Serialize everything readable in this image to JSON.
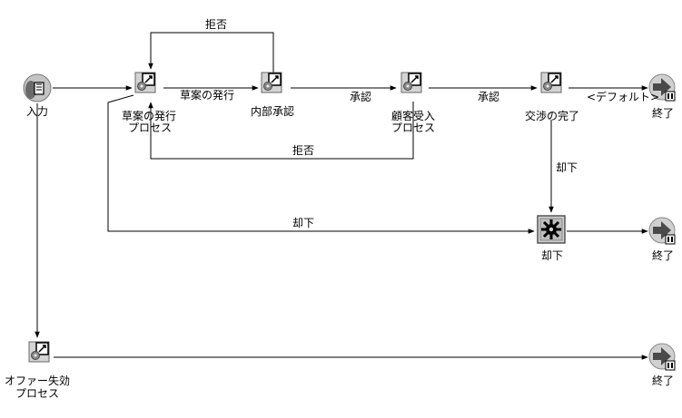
{
  "nodes": {
    "start": {
      "label": "入力",
      "icon": "input-person-icon"
    },
    "draft_process": {
      "label_line1": "草案の発行",
      "label_line2": "プロセス",
      "icon": "activity-gear-icon"
    },
    "internal_approval": {
      "label": "内部承認",
      "icon": "activity-gear-icon"
    },
    "customer_accept": {
      "label_line1": "顧客受入",
      "label_line2": "プロセス",
      "icon": "activity-gear-icon"
    },
    "negotiation_complete": {
      "label": "交渉の完了",
      "icon": "activity-gear-icon"
    },
    "reject_node": {
      "label": "却下",
      "icon": "automatic-gear-icon"
    },
    "offer_expire": {
      "label_line1": "オファー失効",
      "label_line2": "プロセス",
      "icon": "activity-gear-icon"
    },
    "end1": {
      "label": "終了",
      "icon": "end-arrow-icon"
    },
    "end2": {
      "label": "終了",
      "icon": "end-arrow-icon"
    },
    "end3": {
      "label": "終了",
      "icon": "end-arrow-icon"
    }
  },
  "edges": {
    "reject_top": "拒否",
    "draft_issue": "草案の発行",
    "approve1": "承認",
    "approve2": "承認",
    "default": "<デフォルト>",
    "reject_bottom": "拒否",
    "decline_vertical": "却下",
    "decline_long": "却下"
  },
  "colors": {
    "line": "#000000",
    "icon_fill": "#c8c8c8",
    "icon_dark": "#5a5a5a",
    "background": "#ffffff"
  }
}
